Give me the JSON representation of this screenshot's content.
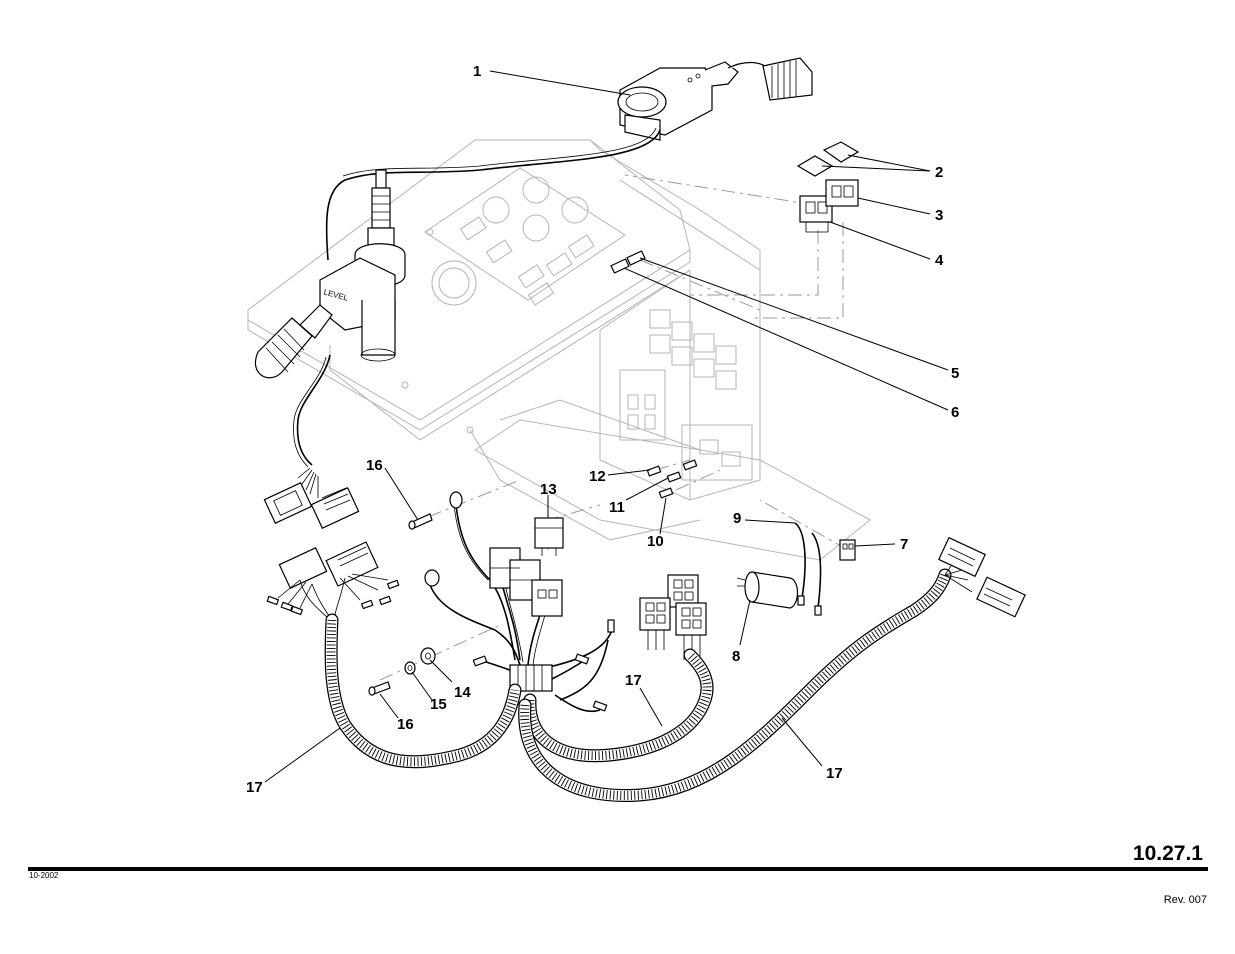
{
  "document": {
    "page_number": "10.27.1",
    "date_code": "10-2002",
    "revision": "Rev. 007"
  },
  "callouts": [
    {
      "id": "c1",
      "label": "1"
    },
    {
      "id": "c2",
      "label": "2"
    },
    {
      "id": "c3",
      "label": "3"
    },
    {
      "id": "c4",
      "label": "4"
    },
    {
      "id": "c5",
      "label": "5"
    },
    {
      "id": "c6",
      "label": "6"
    },
    {
      "id": "c7",
      "label": "7"
    },
    {
      "id": "c8",
      "label": "8"
    },
    {
      "id": "c9",
      "label": "9"
    },
    {
      "id": "c10",
      "label": "10"
    },
    {
      "id": "c11",
      "label": "11"
    },
    {
      "id": "c12",
      "label": "12"
    },
    {
      "id": "c13",
      "label": "13"
    },
    {
      "id": "c14",
      "label": "14"
    },
    {
      "id": "c15",
      "label": "15"
    },
    {
      "id": "c16a",
      "label": "16"
    },
    {
      "id": "c16b",
      "label": "16"
    },
    {
      "id": "c17a",
      "label": "17"
    },
    {
      "id": "c17b",
      "label": "17"
    },
    {
      "id": "c17c",
      "label": "17"
    }
  ]
}
